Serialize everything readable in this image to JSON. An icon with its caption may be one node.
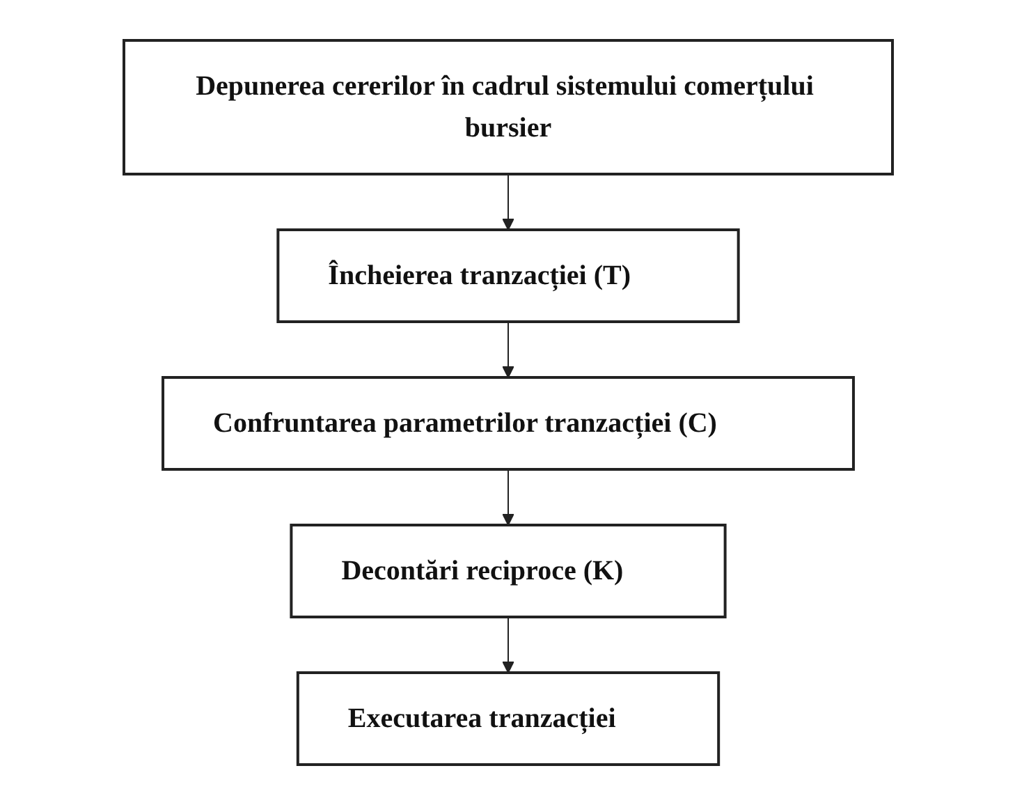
{
  "diagram": {
    "nodes": [
      {
        "text": [
          "Depunerea cererilor în cadrul sistemului comerțului bursier"
        ]
      },
      {
        "text": [
          "Încheierea tranzacției (T)"
        ]
      },
      {
        "text": [
          "Confruntarea parametrilor tranzacției (C)"
        ]
      },
      {
        "text": [
          "Decontări reciproce (K)"
        ]
      },
      {
        "text": [
          "Executarea tranzacției"
        ]
      }
    ],
    "edges": [
      {
        "from": 0,
        "to": 1,
        "arrow": "to"
      },
      {
        "from": 1,
        "to": 2,
        "arrow": "to"
      },
      {
        "from": 2,
        "to": 3,
        "arrow": "to"
      },
      {
        "from": 3,
        "to": 4,
        "arrow": "to"
      }
    ]
  }
}
